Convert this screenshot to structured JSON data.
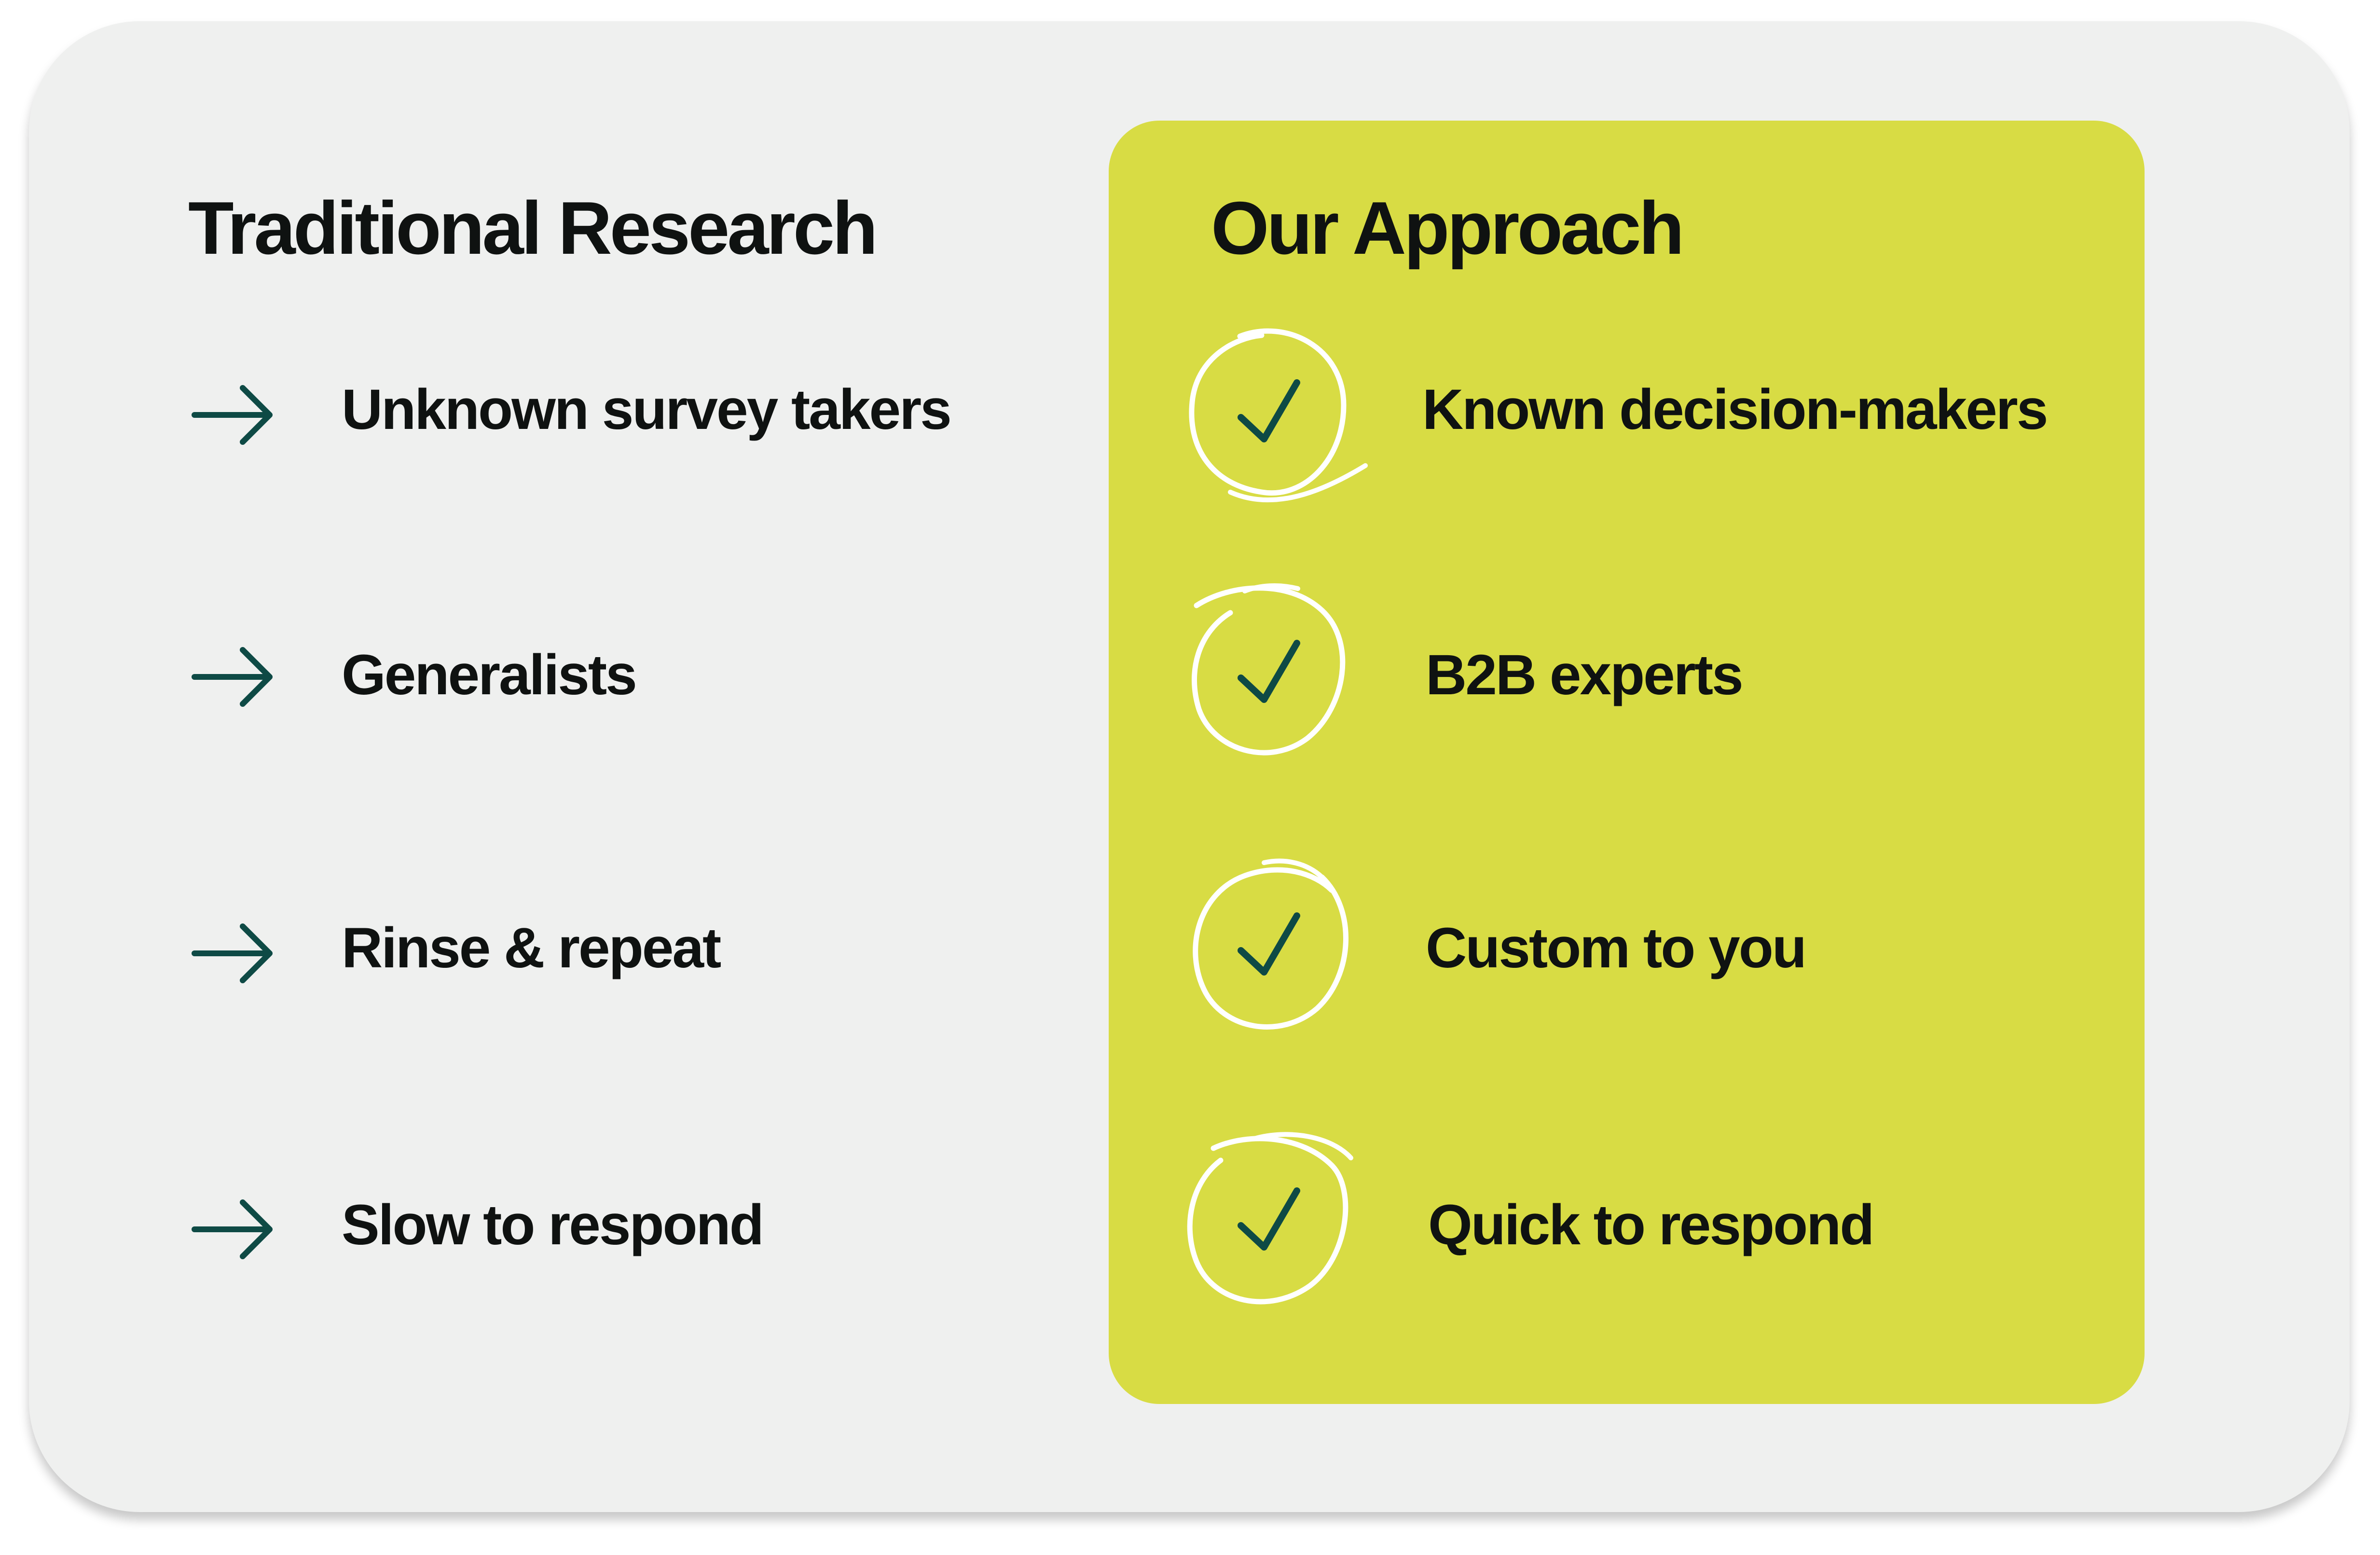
{
  "traditional": {
    "title": "Traditional Research",
    "items": [
      "Unknown survey takers",
      "Generalists",
      "Rinse & repeat",
      "Slow to respond"
    ]
  },
  "approach": {
    "title": "Our Approach",
    "items": [
      "Known decision-makers",
      "B2B experts",
      "Custom to you",
      "Quick to respond"
    ]
  },
  "colors": {
    "card_bg": "#eff0ef",
    "panel_bg": "#d8dc44",
    "icon_stroke": "#0e4a45",
    "circle_stroke": "#ffffff",
    "text": "#0f1211"
  }
}
